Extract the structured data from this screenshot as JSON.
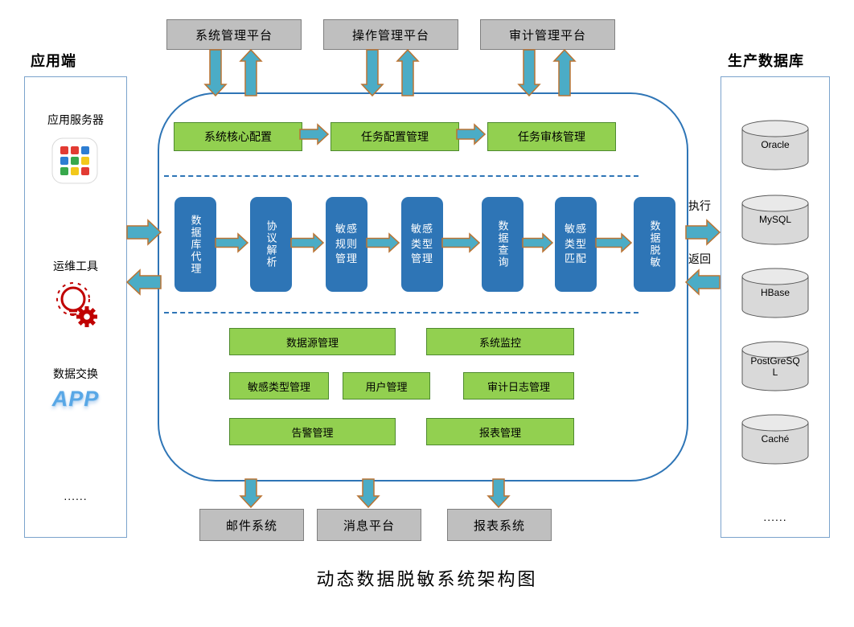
{
  "title": "动态数据脱敏系统架构图",
  "top_platforms": [
    "系统管理平台",
    "操作管理平台",
    "审计管理平台"
  ],
  "bottom_systems": [
    "邮件系统",
    "消息平台",
    "报表系统"
  ],
  "left_panel": {
    "header": "应用端",
    "items": [
      {
        "label": "应用服务器",
        "icon": "app-grid-icon"
      },
      {
        "label": "运维工具",
        "icon": "bulb-gear-icon"
      },
      {
        "label": "数据交换",
        "icon": "app-wordmark",
        "logo": "APP"
      },
      {
        "label": "......"
      }
    ]
  },
  "right_panel": {
    "header": "生产数据库",
    "databases": [
      "Oracle",
      "MySQL",
      "HBase",
      "PostGreSQL",
      "Caché"
    ],
    "ellipsis": "......"
  },
  "core": {
    "config_flow": [
      "系统核心配置",
      "任务配置管理",
      "任务审核管理"
    ],
    "pipeline": [
      "数据库代理",
      "协议解析",
      "敏感规则管理",
      "敏感类型管理",
      "数据查询",
      "敏感类型匹配",
      "数据脱敏"
    ],
    "management_rows": [
      [
        "数据源管理",
        "系统监控"
      ],
      [
        "敏感类型管理",
        "用户管理",
        "审计日志管理"
      ],
      [
        "告警管理",
        "报表管理"
      ]
    ]
  },
  "flow_labels": {
    "execute": "执行",
    "return": "返回"
  },
  "colors": {
    "green_fill": "#92D050",
    "green_border": "#4E8A2F",
    "blue_fill": "#2E75B6",
    "gray_fill": "#BFBFBF",
    "gray_border": "#7F7F7F",
    "arrow_fill": "#4BACC6",
    "arrow_stroke": "#BA7433",
    "outline_blue": "#2E75B6"
  }
}
